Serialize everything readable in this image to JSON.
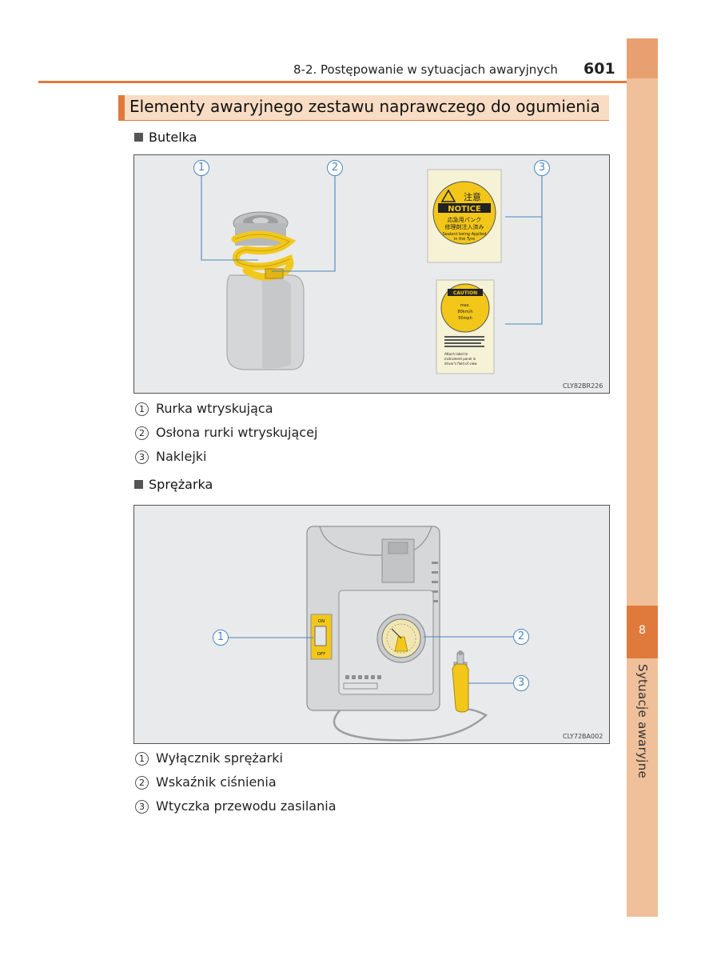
{
  "header": {
    "section": "8-2. Postępowanie w sytuacjach awaryjnych",
    "page_number": "601"
  },
  "side_tab": {
    "chapter_number": "8",
    "chapter_title": "Sytuacje awaryjne"
  },
  "section_title": "Elementy awaryjnego zestawu naprawczego do ogumienia",
  "bottle": {
    "heading": "Butelka",
    "figure_code": "CLY82BR226",
    "callouts": [
      "1",
      "2",
      "3"
    ],
    "sticker_notice": {
      "top": "注意",
      "title": "NOTICE",
      "jp1": "応急用パンク",
      "jp2": "修理剤注入済み",
      "en1": "Sealant being Applied",
      "en2": "in the Tyre"
    },
    "sticker_caution": {
      "title": "CAUTION",
      "max": "max.",
      "speed1": "80km/h",
      "speed2": "50mph",
      "note1": "Attach label to",
      "note2": "instrument panel in",
      "note3": "driver's field of view"
    },
    "legend": [
      {
        "num": "1",
        "text": "Rurka wtryskująca"
      },
      {
        "num": "2",
        "text": "Osłona rurki wtryskującej"
      },
      {
        "num": "3",
        "text": "Naklejki"
      }
    ]
  },
  "compressor": {
    "heading": "Sprężarka",
    "figure_code": "CLY72BA002",
    "callouts": [
      "1",
      "2",
      "3"
    ],
    "switch_on": "ON",
    "switch_off": "OFF",
    "legend": [
      {
        "num": "1",
        "text": "Wyłącznik sprężarki"
      },
      {
        "num": "2",
        "text": "Wskaźnik ciśnienia"
      },
      {
        "num": "3",
        "text": "Wtyczka przewodu zasilania"
      }
    ]
  }
}
